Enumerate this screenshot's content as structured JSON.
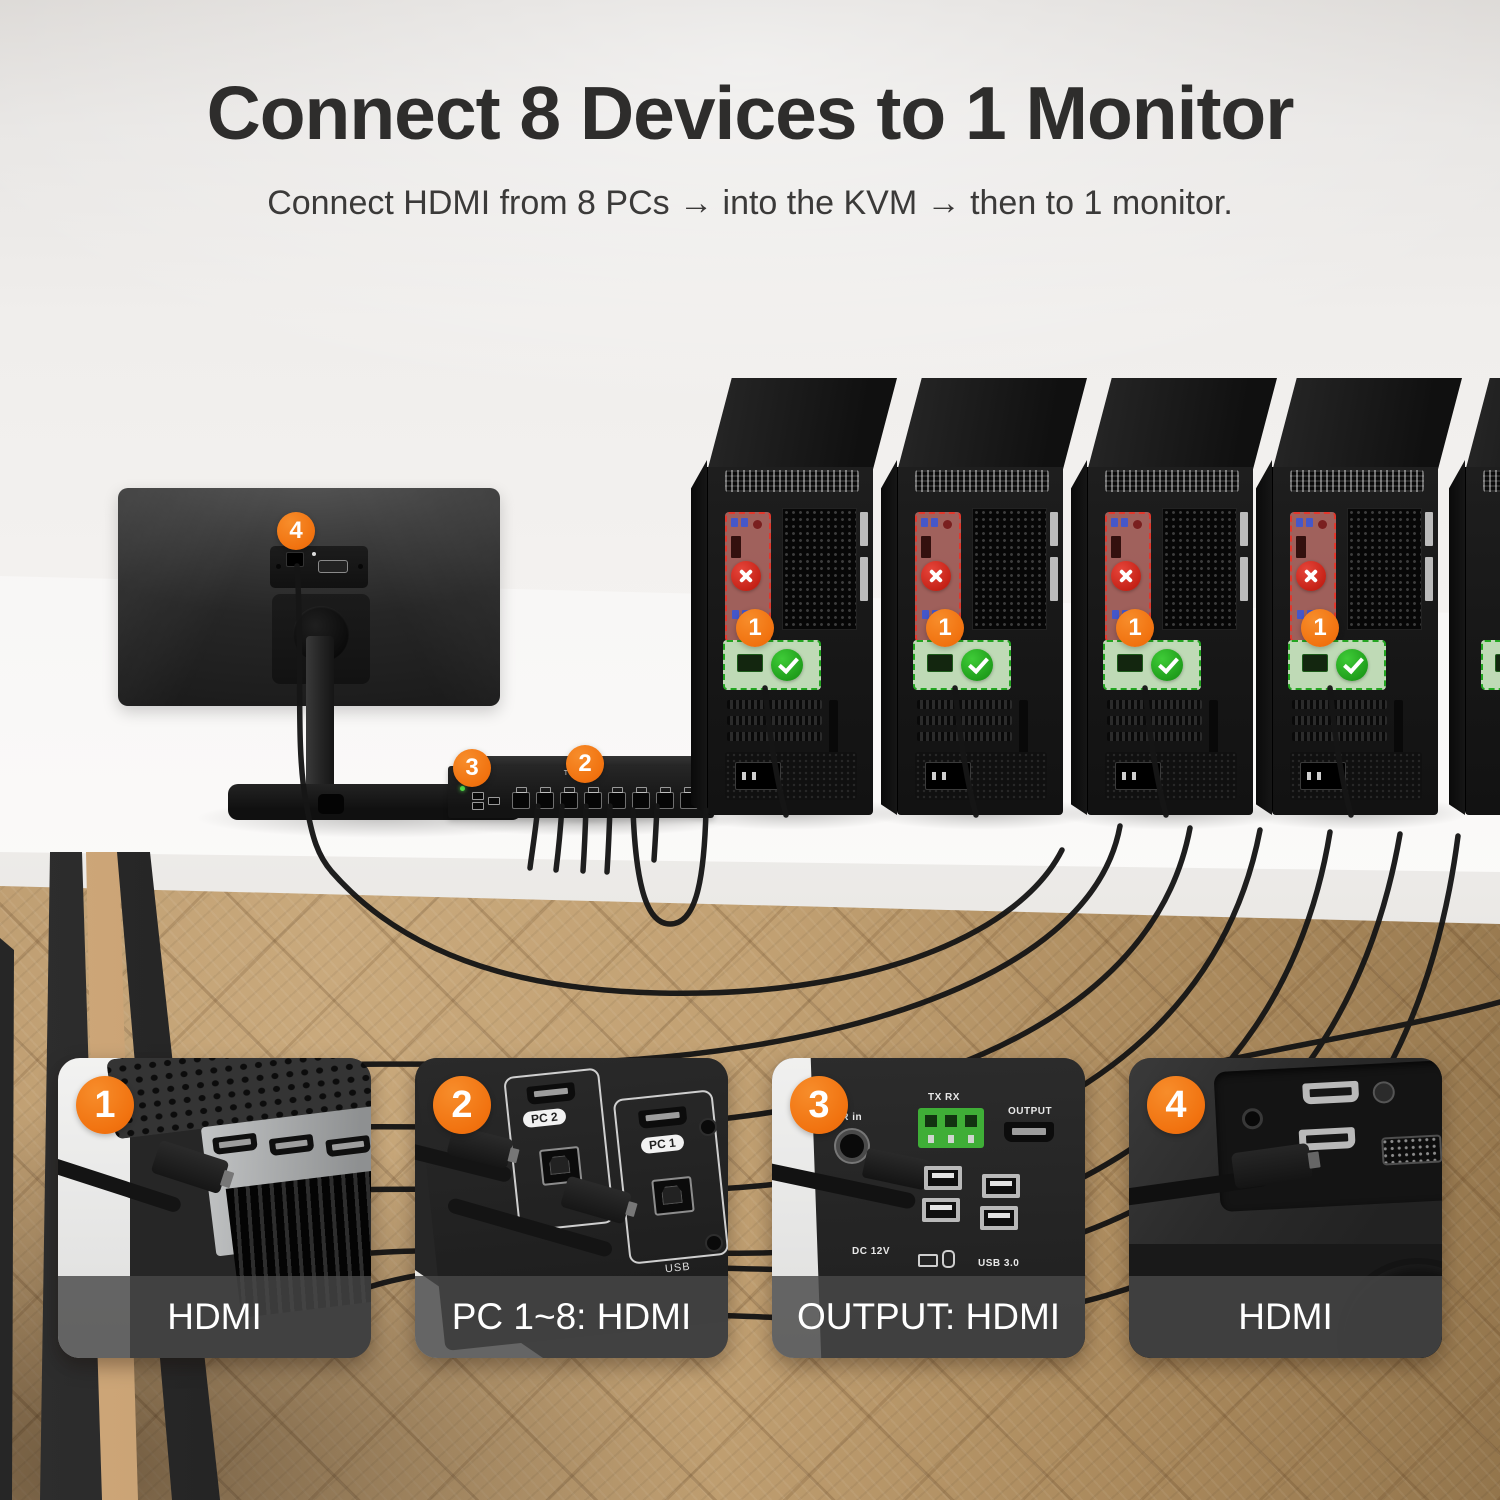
{
  "header": {
    "title": "Connect 8 Devices to 1 Monitor",
    "subtitle": "Connect HDMI from 8 PCs → into the KVM → then to 1 monitor."
  },
  "scene": {
    "monitor_badge": "4",
    "kvm_output_badge": "3",
    "kvm_input_badge": "2",
    "tower_badge": "1",
    "kvm_brand": "TESmart",
    "wrong_port_icon": "x-mark",
    "correct_port_icon": "check-mark"
  },
  "steps": [
    {
      "number": "1",
      "label": "HDMI"
    },
    {
      "number": "2",
      "label": "PC 1~8: HDMI",
      "ports": {
        "pc2": "PC 2",
        "pc1": "PC 1",
        "usb": "USB"
      }
    },
    {
      "number": "3",
      "label": "OUTPUT: HDMI",
      "ports": {
        "ir": "IR in",
        "txrx": "TX RX",
        "output": "OUTPUT",
        "dc": "DC 12V",
        "usb3": "USB 3.0"
      }
    },
    {
      "number": "4",
      "label": "HDMI"
    }
  ],
  "colors": {
    "accent_orange": "#F1720F",
    "error_red": "#D7281C",
    "success_green": "#2EB52C",
    "wall": "#EFEDEB",
    "table": "#F8F8F7",
    "wood": "#C2A173"
  }
}
